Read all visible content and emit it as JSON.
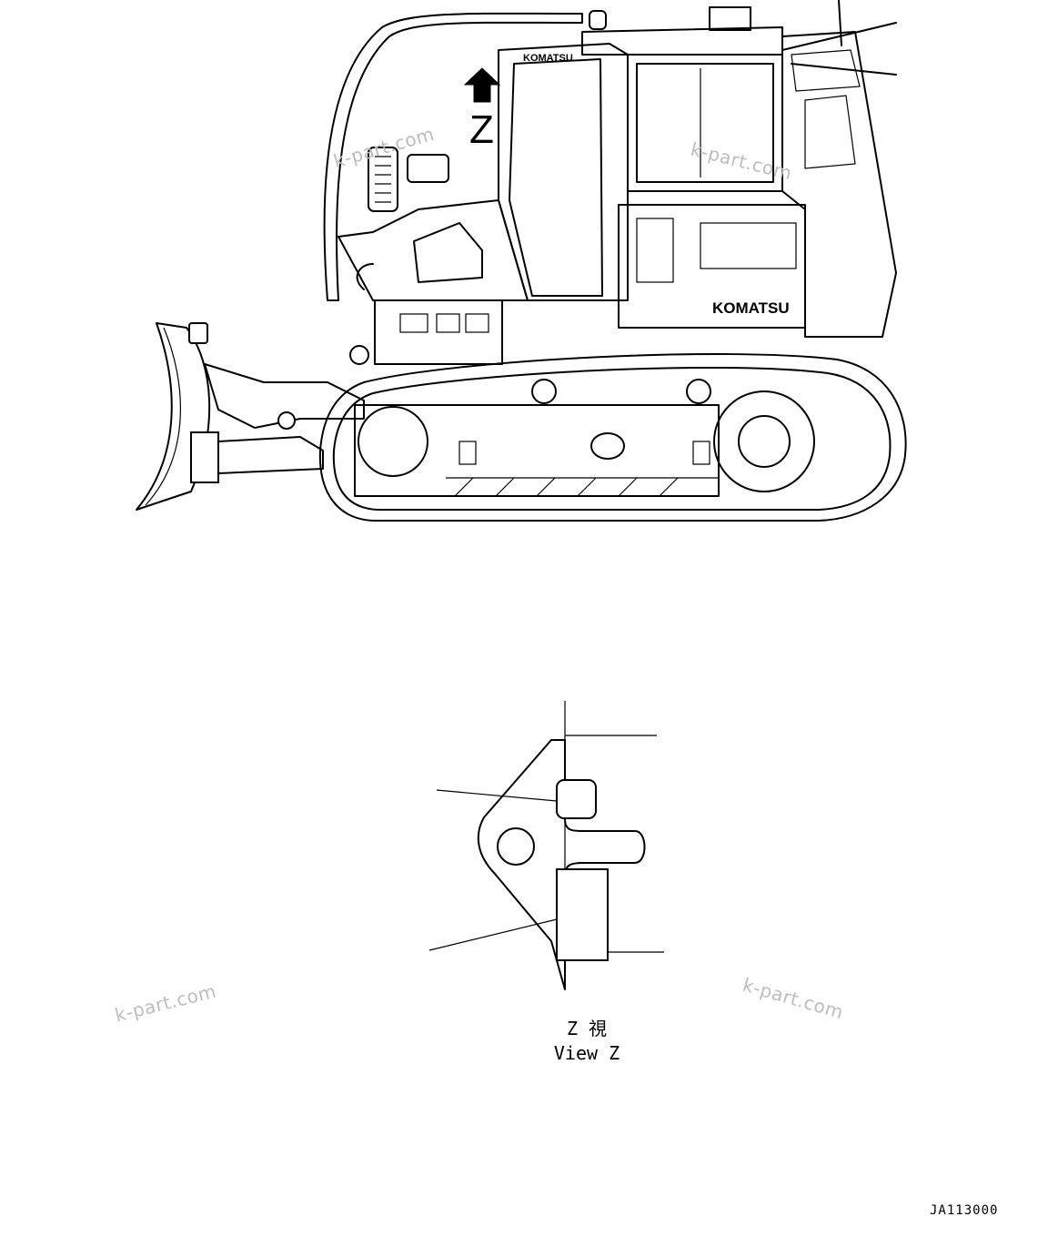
{
  "machine": {
    "brand_logo": "KOMATSU",
    "cab_logo": "KOMATSU"
  },
  "view_marker": {
    "letter": "Z"
  },
  "view": {
    "label_jp": "Z 視",
    "label_en": "View Z"
  },
  "watermarks": [
    "k-part.com",
    "k-part.com",
    "k-part.com",
    "k-part.com"
  ],
  "document_id": "JA113000",
  "colors": {
    "line": "#000000",
    "watermark": "#bdbdbd"
  },
  "icons": {
    "arrow": "up-arrow-icon"
  }
}
